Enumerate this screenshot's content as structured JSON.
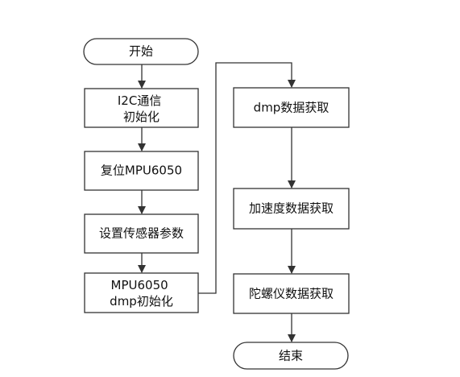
{
  "diagram": {
    "nodes": {
      "start": {
        "label": "开始"
      },
      "i2c": {
        "lines": [
          "I2C通信",
          "初始化"
        ]
      },
      "reset": {
        "label": "复位MPU6050"
      },
      "sensor_params": {
        "label": "设置传感器参数"
      },
      "dmp_init": {
        "lines": [
          "MPU6050",
          "dmp初始化"
        ]
      },
      "dmp_get": {
        "label": "dmp数据获取"
      },
      "accel_get": {
        "label": "加速度数据获取"
      },
      "gyro_get": {
        "label": "陀螺仪数据获取"
      },
      "end": {
        "label": "结束"
      }
    },
    "colors": {
      "stroke": "#333333",
      "text": "#111111",
      "background": "#ffffff"
    }
  }
}
